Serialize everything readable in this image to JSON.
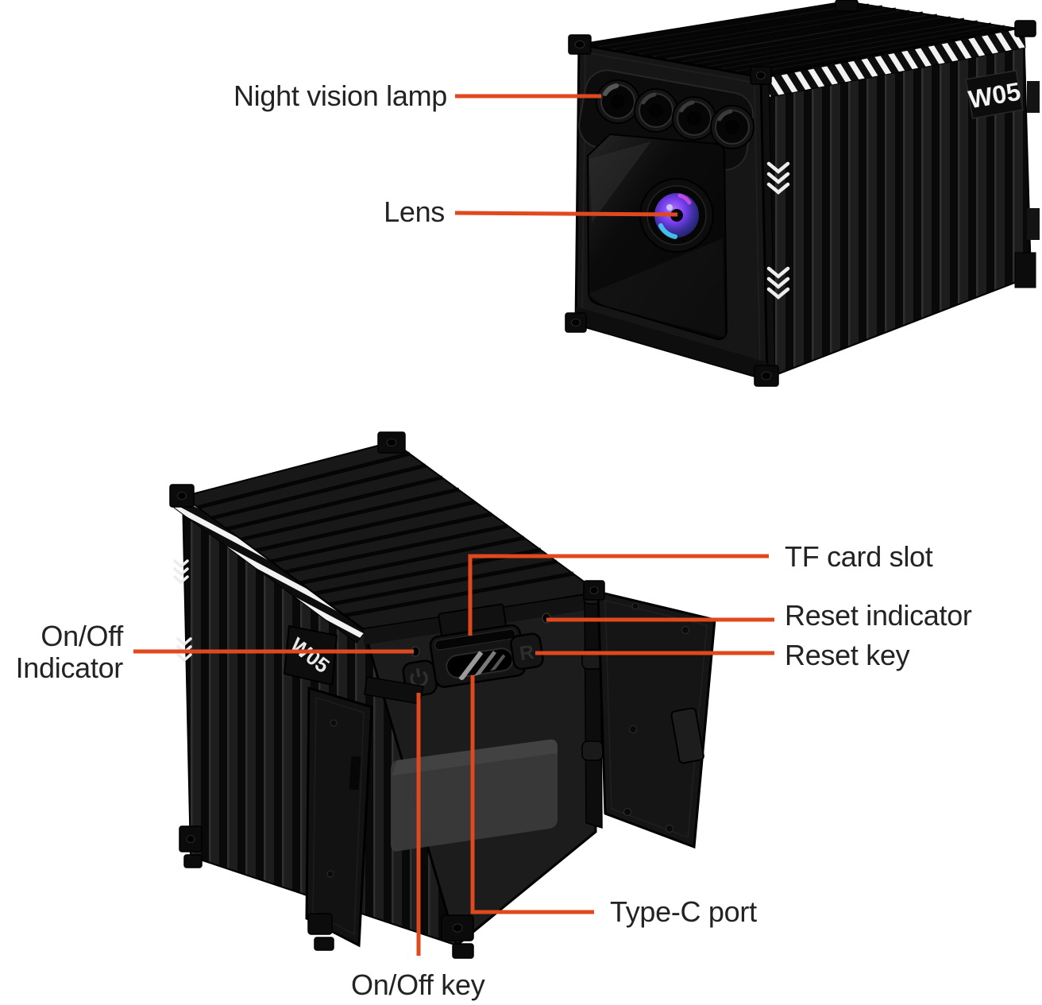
{
  "page": {
    "background": "#ffffff",
    "accent_color": "#e0481e",
    "label_color": "#232323",
    "description": "Annotated two-view product diagram of a container-shaped mini camera"
  },
  "product": {
    "model": "W05",
    "reset_key_letter": "R"
  },
  "annotations": {
    "night_vision_lamp": "Night vision lamp",
    "lens": "Lens",
    "tf_card_slot": "TF card slot",
    "reset_indicator": "Reset indicator",
    "reset_key": "Reset key",
    "on_off_indicator_line1": "On/Off",
    "on_off_indicator_line2": "Indicator",
    "type_c_port": "Type-C port",
    "on_off_key": "On/Off key"
  }
}
